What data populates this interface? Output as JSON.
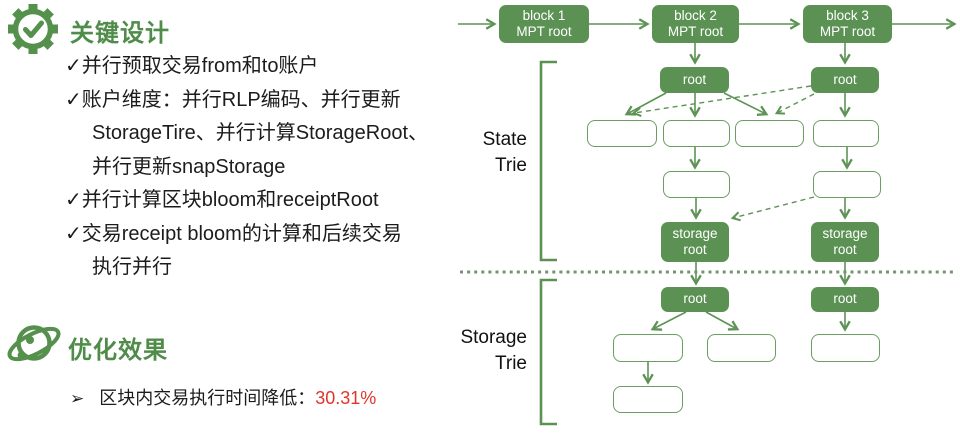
{
  "key_design": {
    "title": "关键设计",
    "lines": [
      "✓并行预取交易from和to账户",
      "✓账户维度：并行RLP编码、并行更新",
      "StorageTire、并行计算StorageRoot、",
      "并行更新snapStorage",
      "✓并行计算区块bloom和receiptRoot",
      "✓交易receipt bloom的计算和后续交易",
      "执行并行"
    ]
  },
  "optimization": {
    "title": "优化效果",
    "bullet": "➢",
    "label": "区块内交易执行时间降低：",
    "value": "30.31%"
  },
  "diagram": {
    "block_nodes": [
      {
        "label": "block 1\nMPT root"
      },
      {
        "label": "block 2\nMPT root"
      },
      {
        "label": "block 3\nMPT root"
      }
    ],
    "labels": {
      "state_trie": "State\nTrie",
      "storage_trie": "Storage\nTrie",
      "root": "root",
      "storage_root": "storage\nroot"
    }
  },
  "colors": {
    "node_green": "#5b9254",
    "line_green": "#5d9355",
    "title_green": "#4f8c49",
    "highlight_red": "#e0352b"
  }
}
